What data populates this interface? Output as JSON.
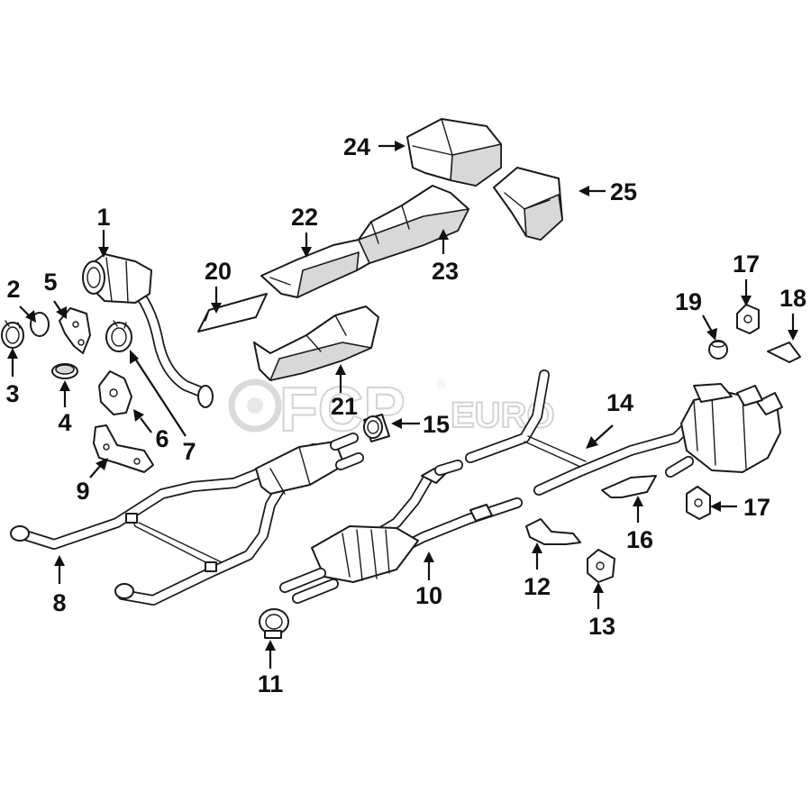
{
  "watermark": {
    "brand_main": "FCP",
    "brand_suffix": "EURO",
    "registered": "®"
  },
  "callouts": {
    "c1": "1",
    "c2": "2",
    "c3": "3",
    "c4": "4",
    "c5": "5",
    "c6": "6",
    "c7": "7",
    "c8": "8",
    "c9": "9",
    "c10": "10",
    "c11": "11",
    "c12": "12",
    "c13": "13",
    "c14": "14",
    "c15": "15",
    "c16": "16",
    "c17a": "17",
    "c17b": "17",
    "c18": "18",
    "c19": "19",
    "c20": "20",
    "c21": "21",
    "c22": "22",
    "c23": "23",
    "c24": "24",
    "c25": "25"
  },
  "colors": {
    "line": "#1a1a1a",
    "background": "#ffffff",
    "watermark": "#cfcfcf"
  }
}
